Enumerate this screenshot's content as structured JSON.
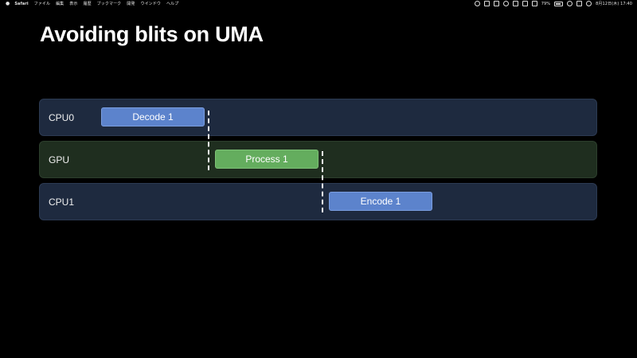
{
  "menubar": {
    "app": "Safari",
    "menus": [
      "ファイル",
      "編集",
      "表示",
      "履歴",
      "ブックマーク",
      "開発",
      "ウインドウ",
      "ヘルプ"
    ],
    "battery": "79%",
    "clock": "8月12日(木) 17:40"
  },
  "slide": {
    "title": "Avoiding blits on UMA",
    "lanes": [
      {
        "label": "CPU0",
        "task": "Decode 1",
        "color": "#5c83cc"
      },
      {
        "label": "GPU",
        "task": "Process 1",
        "color": "#64ad5e"
      },
      {
        "label": "CPU1",
        "task": "Encode 1",
        "color": "#5c83cc"
      }
    ]
  },
  "colors": {
    "background": "#000000",
    "cpu_lane": "#1e2a3f",
    "gpu_lane": "#1f2e1f",
    "cpu_task": "#5c83cc",
    "gpu_task": "#64ad5e"
  }
}
